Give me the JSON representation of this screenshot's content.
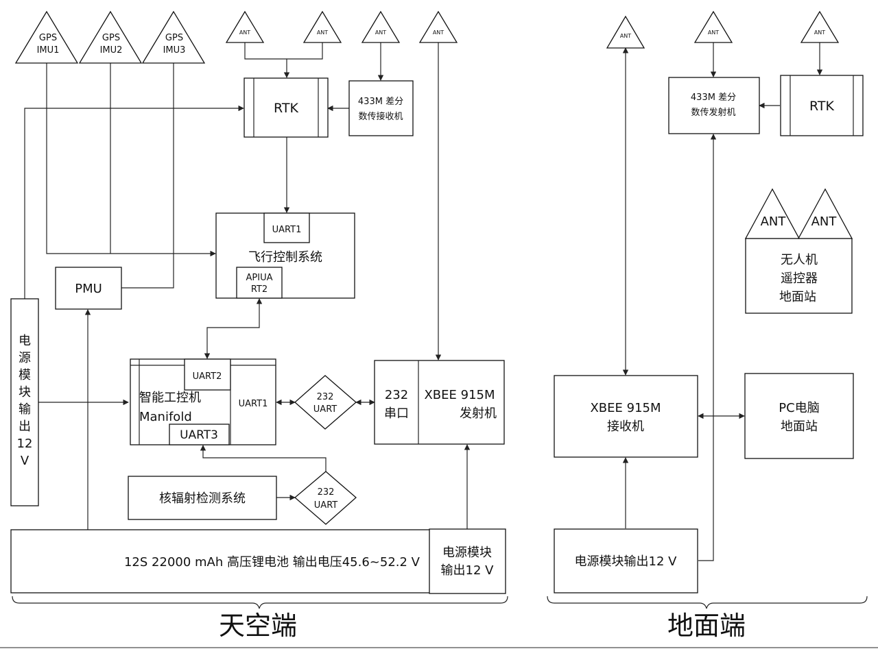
{
  "antennas": {
    "gps_imu_1": [
      "GPS",
      "IMU1"
    ],
    "gps_imu_2": [
      "GPS",
      "IMU2"
    ],
    "gps_imu_3": [
      "GPS",
      "IMU3"
    ],
    "ant_label": "ANT"
  },
  "air": {
    "rtk": "RTK",
    "receiver_433": [
      "433M 差分",
      "数传接收机"
    ],
    "flight_controller": "飞行控制系统",
    "uart1": "UART1",
    "apiuart2": [
      "APIUA",
      "RT2"
    ],
    "pmu": "PMU",
    "power_module_vertical": [
      "电",
      "源",
      "模",
      "块",
      "输",
      "出",
      "12",
      "V"
    ],
    "manifold": [
      "智能工控机",
      "Manifold"
    ],
    "manifold_uart2": "UART2",
    "manifold_uart1": "UART1",
    "manifold_uart3": "UART3",
    "rs232_top": [
      "232",
      "UART"
    ],
    "rs232_bottom": [
      "232",
      "UART"
    ],
    "serial_232": [
      "232",
      "串口"
    ],
    "xbee_tx": [
      "XBEE 915M",
      "发射机"
    ],
    "radiation_system": "核辐射检测系统",
    "battery": "12S 22000 mAh 高压锂电池 输出电压45.6~52.2 V",
    "power_module_12v": [
      "电源模块",
      "输出12 V"
    ],
    "section_label": "天空端"
  },
  "ground": {
    "transmitter_433": [
      "433M 差分",
      "数传发射机"
    ],
    "rtk": "RTK",
    "remote_station": [
      "无人机",
      "遥控器",
      "地面站"
    ],
    "xbee_rx": [
      "XBEE 915M",
      "接收机"
    ],
    "pc_station": [
      "PC电脑",
      "地面站"
    ],
    "power_module": "电源模块输出12 V",
    "section_label": "地面端"
  }
}
